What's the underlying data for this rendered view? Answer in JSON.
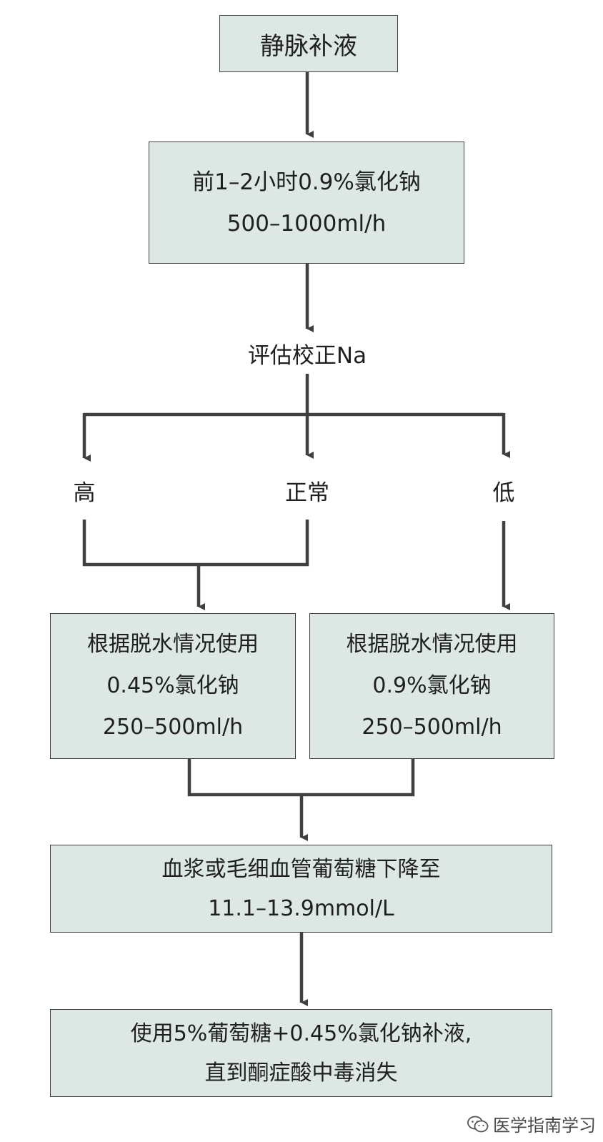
{
  "nodes": {
    "start": {
      "lines": [
        "静脉补液"
      ]
    },
    "initial": {
      "lines": [
        "前1–2小时0.9%氯化钠",
        "500–1000ml/h"
      ]
    },
    "assess": {
      "text": "评估校正Na"
    },
    "branch_high": {
      "text": "高"
    },
    "branch_normal": {
      "text": "正常"
    },
    "branch_low": {
      "text": "低"
    },
    "fluid_left": {
      "lines": [
        "根据脱水情况使用",
        "0.45%氯化钠",
        "250–500ml/h"
      ]
    },
    "fluid_right": {
      "lines": [
        "根据脱水情况使用",
        "0.9%氯化钠",
        "250–500ml/h"
      ]
    },
    "glucose": {
      "lines": [
        "血浆或毛细血管葡萄糖下降至",
        "11.1–13.9mmol/L"
      ]
    },
    "final": {
      "lines": [
        "使用5%葡萄糖+0.45%氯化钠补液,",
        "直到酮症酸中毒消失"
      ]
    }
  },
  "watermark": {
    "text": "医学指南学习",
    "icon": "wechat-icon"
  },
  "colors": {
    "box_fill": "#dde8e4",
    "border": "#3f3f3f",
    "arrow": "#404040"
  }
}
